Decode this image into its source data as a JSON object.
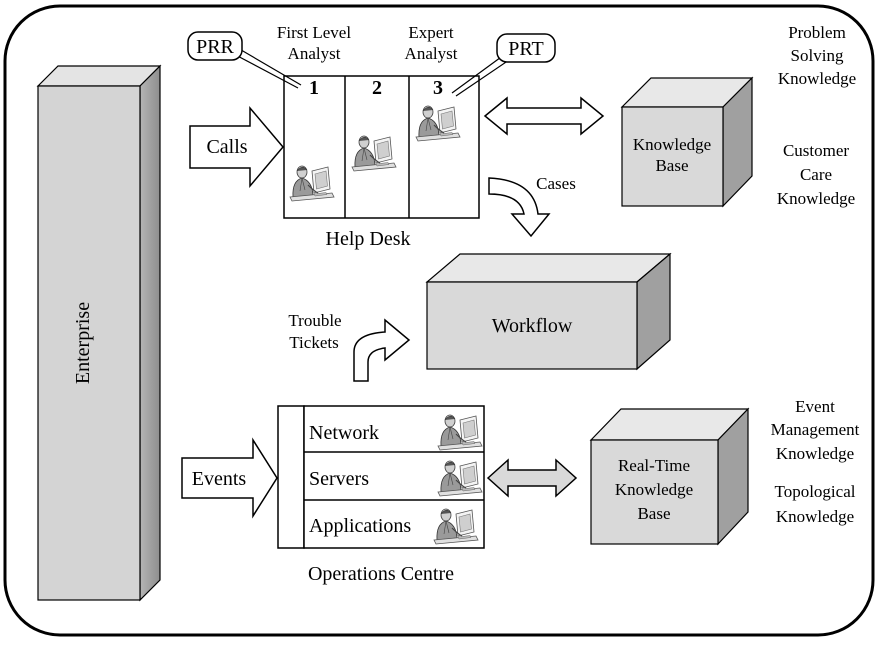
{
  "enterprise_label": "Enterprise",
  "help_desk": {
    "caption": "Help Desk",
    "first_level_line1": "First Level",
    "first_level_line2": "Analyst",
    "expert_line1": "Expert",
    "expert_line2": "Analyst",
    "col1_number": "1",
    "col2_number": "2",
    "col3_number": "3",
    "prr_label": "PRR",
    "prt_label": "PRT"
  },
  "calls_label": "Calls",
  "cases_label": "Cases",
  "knowledge_base": {
    "line1": "Knowledge",
    "line2": "Base"
  },
  "problem_solving_knowledge": [
    "Problem",
    "Solving",
    "Knowledge"
  ],
  "customer_care_knowledge": [
    "Customer",
    "Care",
    "Knowledge"
  ],
  "workflow_label": "Workflow",
  "trouble_tickets": [
    "Trouble",
    "Tickets"
  ],
  "operations_centre": {
    "caption": "Operations Centre",
    "rows": [
      "Network",
      "Servers",
      "Applications"
    ]
  },
  "events_label": "Events",
  "realtime_kb": [
    "Real-Time",
    "Knowledge",
    "Base"
  ],
  "event_management_knowledge": [
    "Event",
    "Management",
    "Knowledge"
  ],
  "topological_knowledge": [
    "Topological",
    "Knowledge"
  ],
  "colors": {
    "box_fill": "#d9d9d9",
    "box_side": "#a6a6a6",
    "box_top": "#e8e8e8",
    "stroke": "#000000"
  }
}
